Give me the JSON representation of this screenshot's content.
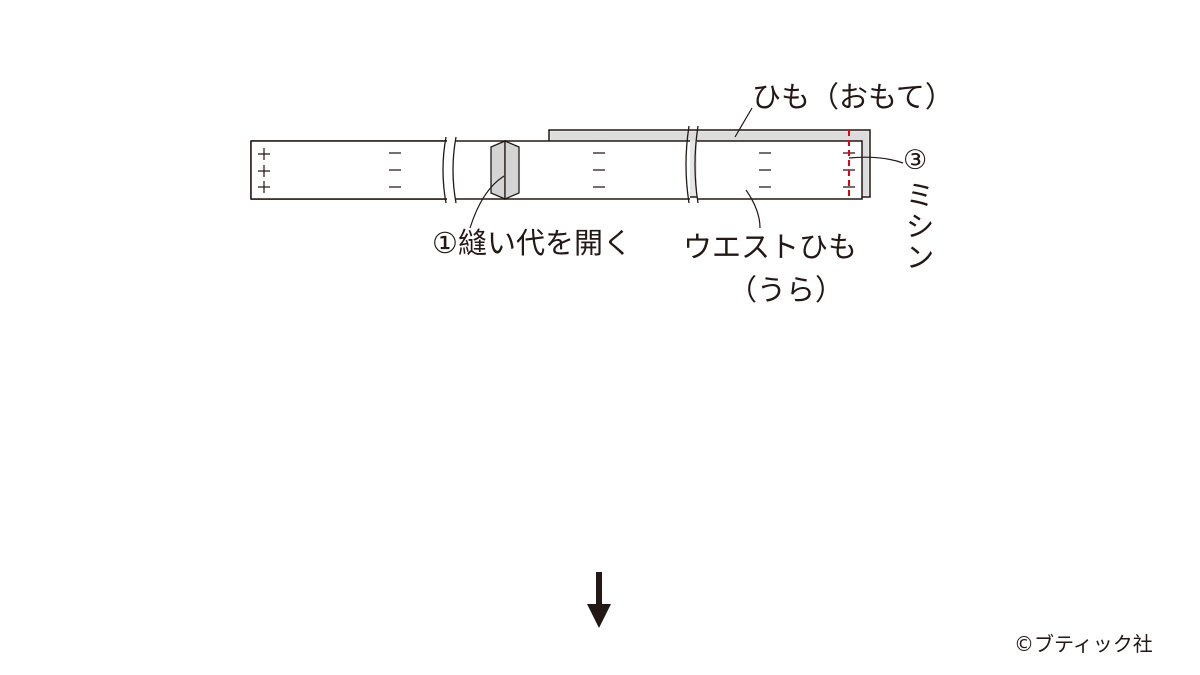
{
  "labels": {
    "himo_omote": "ひも（おもて）",
    "step3_number": "③",
    "sewing": "ミシン",
    "step1": "①縫い代を開く",
    "waist_himo": "ウエストひも",
    "ura": "（うら）"
  },
  "copyright": "©ブティック社",
  "colors": {
    "line": "#231815",
    "stitch": "#e60012",
    "fabric_shade": "#dcdcdc"
  }
}
